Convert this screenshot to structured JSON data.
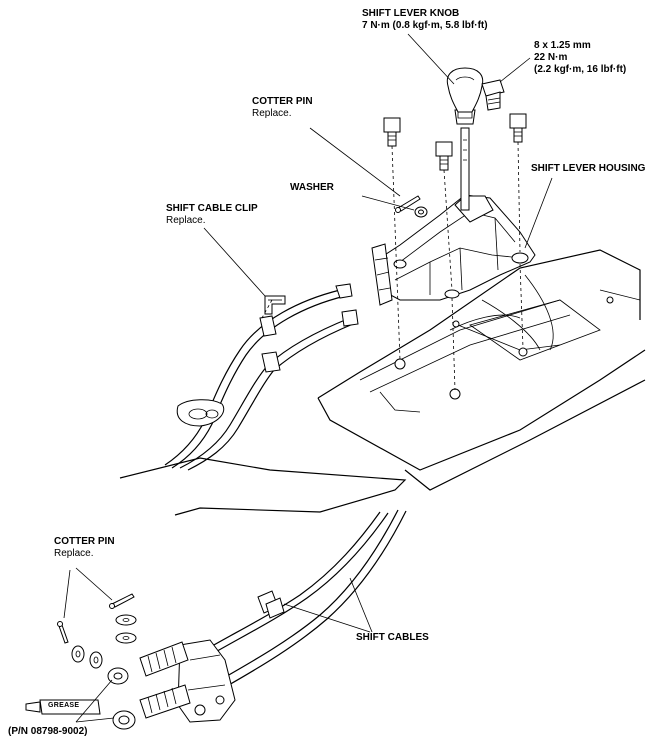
{
  "labels": {
    "shift_lever_knob": {
      "title": "SHIFT LEVER KNOB",
      "spec": "7 N·m (0.8 kgf·m, 5.8 lbf·ft)"
    },
    "bolt_spec": {
      "size": "8 x 1.25 mm",
      "torque": "22 N·m",
      "torque_alt": "(2.2 kgf·m, 16 lbf·ft)"
    },
    "cotter_pin_top": {
      "title": "COTTER PIN",
      "note": "Replace."
    },
    "washer": {
      "title": "WASHER"
    },
    "shift_cable_clip": {
      "title": "SHIFT CABLE CLIP",
      "note": "Replace."
    },
    "shift_lever_housing": {
      "title": "SHIFT LEVER HOUSING"
    },
    "cotter_pin_bottom": {
      "title": "COTTER PIN",
      "note": "Replace."
    },
    "shift_cables": {
      "title": "SHIFT CABLES"
    },
    "grease_tube": {
      "text": "GREASE"
    },
    "grease_part_number": {
      "text": "(P/N 08798-9002)"
    }
  },
  "colors": {
    "line": "#000000",
    "background": "#ffffff"
  }
}
